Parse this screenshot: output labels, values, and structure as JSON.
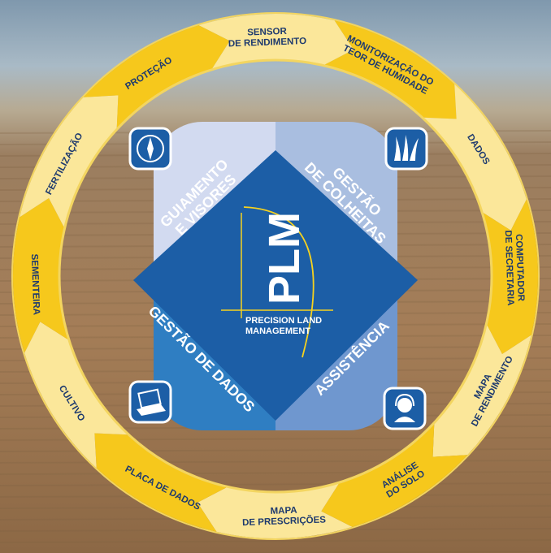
{
  "center": {
    "logo_text": "PLM",
    "subtitle_line1": "PRECISION LAND",
    "subtitle_line2": "MANAGEMENT"
  },
  "petals": [
    {
      "id": "guiamento",
      "lines": [
        "GUIAMENTO",
        "E VISORES"
      ],
      "icon": "compass-icon",
      "color": "#d2daf0"
    },
    {
      "id": "colheitas",
      "lines": [
        "GESTÃO",
        "DE COLHEITAS"
      ],
      "icon": "crop-leaves-icon",
      "color": "#a9bee0"
    },
    {
      "id": "dados",
      "lines": [
        "GESTÃO DE DADOS"
      ],
      "icon": "laptop-chart-icon",
      "color": "#2f7ec2"
    },
    {
      "id": "assistencia",
      "lines": [
        "ASSISTÊNCIA"
      ],
      "icon": "headset-support-icon",
      "color": "#6f97cf"
    }
  ],
  "cycle_steps": [
    {
      "lines": [
        "SENSOR",
        "DE RENDIMENTO"
      ]
    },
    {
      "lines": [
        "MONITORIZAÇÃO DO",
        "TEOR DE HUMIDADE"
      ]
    },
    {
      "lines": [
        "DADOS"
      ]
    },
    {
      "lines": [
        "COMPUTADOR",
        "DE SECRETARIA"
      ]
    },
    {
      "lines": [
        "MAPA",
        "DE RENDIMENTO"
      ]
    },
    {
      "lines": [
        "ANÁLISE",
        "DO SOLO"
      ]
    },
    {
      "lines": [
        "MAPA",
        "DE PRESCRIÇÕES"
      ]
    },
    {
      "lines": [
        "PLACA DE DADOS"
      ]
    },
    {
      "lines": [
        "CULTIVO"
      ]
    },
    {
      "lines": [
        "SEMENTEIRA"
      ]
    },
    {
      "lines": [
        "FERTILIZAÇÃO"
      ]
    },
    {
      "lines": [
        "PROTEÇÃO"
      ]
    }
  ],
  "colors": {
    "ring_light": "#fbe79a",
    "ring_dark": "#f6c81c",
    "ring_text": "#1e3a6e",
    "diamond": "#1c5ea6",
    "sky": "#9cb1c2",
    "field": "#a07a52"
  }
}
